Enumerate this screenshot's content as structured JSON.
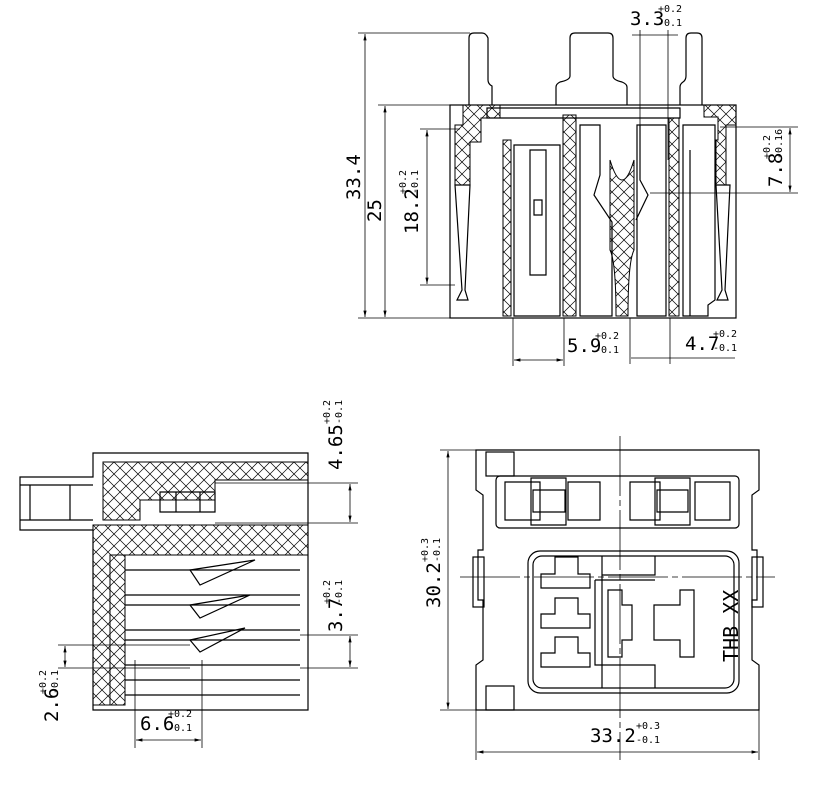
{
  "title_marking": "THB XX",
  "front_view": {
    "dims": {
      "total_height": {
        "value": "33.4"
      },
      "body_height": {
        "value": "25"
      },
      "inner_height": {
        "value": "18.2",
        "plus": "+0.2",
        "minus": "-0.1"
      },
      "slot_depth": {
        "value": "7.8",
        "plus": "+0.2",
        "minus": "-0.16"
      },
      "pin_pitch": {
        "value": "3.3",
        "plus": "+0.2",
        "minus": "-0.1"
      },
      "cavity_width_a": {
        "value": "5.9",
        "plus": "+0.2",
        "minus": "-0.1"
      },
      "cavity_width_b": {
        "value": "4.7",
        "plus": "+0.2",
        "minus": "-0.1"
      }
    }
  },
  "side_view": {
    "dims": {
      "tab_height": {
        "value": "4.65",
        "plus": "+0.2",
        "minus": "-0.1"
      },
      "terminal_gap": {
        "value": "3.7",
        "plus": "+0.2",
        "minus": "-0.1"
      },
      "bottom_offset": {
        "value": "2.6",
        "plus": "+0.2",
        "minus": "-0.1"
      },
      "terminal_width": {
        "value": "6.6",
        "plus": "+0.2",
        "minus": "-0.1"
      }
    }
  },
  "bottom_view": {
    "dims": {
      "height": {
        "value": "30.2",
        "plus": "+0.3",
        "minus": "-0.1"
      },
      "width": {
        "value": "33.2",
        "plus": "+0.3",
        "minus": "-0.1"
      }
    }
  }
}
